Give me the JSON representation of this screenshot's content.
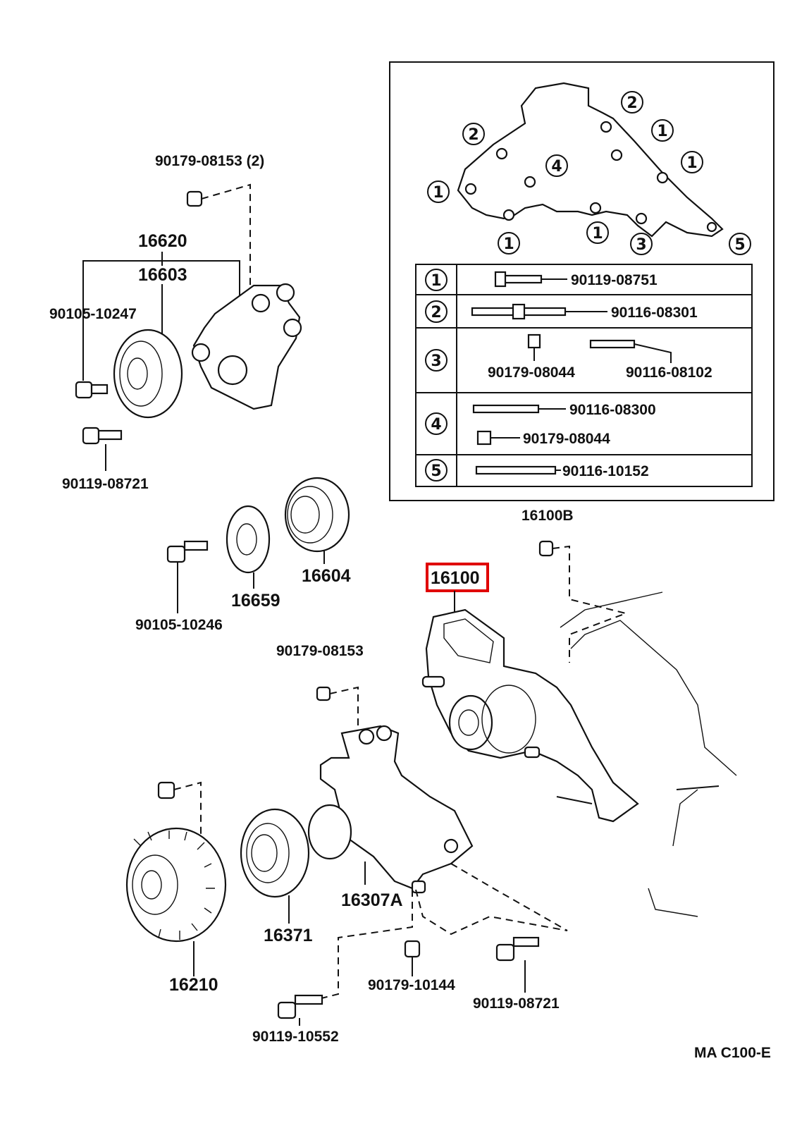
{
  "diagram_code": "MA  C100-E",
  "highlighted_part": "16100",
  "labels": {
    "p90179_08153_2": "90179-08153 (2)",
    "p16620": "16620",
    "p16603": "16603",
    "p90105_10247": "90105-10247",
    "p90119_08721_a": "90119-08721",
    "p16604": "16604",
    "p16659": "16659",
    "p90105_10246": "90105-10246",
    "p16100b": "16100B",
    "p16100": "16100",
    "p90179_08153": "90179-08153",
    "p16307a": "16307A",
    "p16371": "16371",
    "p16210": "16210",
    "p90179_10144": "90179-10144",
    "p90119_08721_b": "90119-08721",
    "p90119_10552": "90119-10552"
  },
  "inset": {
    "bolt_markers": [
      "①",
      "②",
      "③",
      "④",
      "⑤"
    ],
    "table": [
      {
        "key": "①",
        "parts": [
          "90119-08751"
        ]
      },
      {
        "key": "②",
        "parts": [
          "90116-08301"
        ]
      },
      {
        "key": "③",
        "parts": [
          "90179-08044",
          "90116-08102"
        ]
      },
      {
        "key": "④",
        "parts": [
          "90116-08300",
          "90179-08044"
        ]
      },
      {
        "key": "⑤",
        "parts": [
          "90116-10152"
        ]
      }
    ]
  }
}
